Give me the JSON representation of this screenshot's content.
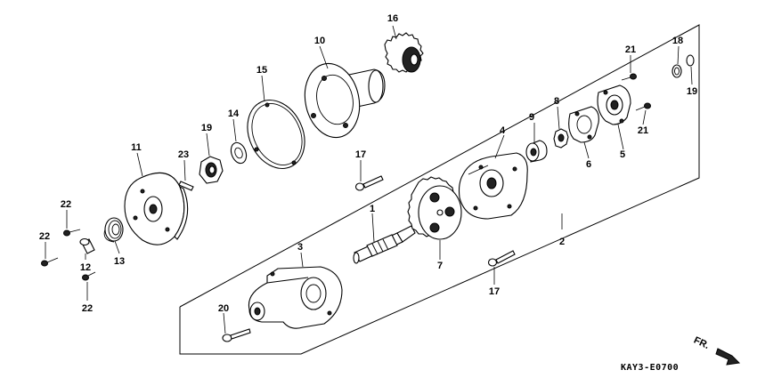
{
  "diagram": {
    "code": "KAY3-E0700",
    "direction_label": "FR.",
    "callouts": [
      {
        "id": "1",
        "label": "1"
      },
      {
        "id": "2",
        "label": "2"
      },
      {
        "id": "3",
        "label": "3"
      },
      {
        "id": "4",
        "label": "4"
      },
      {
        "id": "5",
        "label": "5"
      },
      {
        "id": "6",
        "label": "6"
      },
      {
        "id": "7",
        "label": "7"
      },
      {
        "id": "8",
        "label": "8"
      },
      {
        "id": "9",
        "label": "9"
      },
      {
        "id": "10",
        "label": "10"
      },
      {
        "id": "11",
        "label": "11"
      },
      {
        "id": "12",
        "label": "12"
      },
      {
        "id": "13",
        "label": "13"
      },
      {
        "id": "14",
        "label": "14"
      },
      {
        "id": "15",
        "label": "15"
      },
      {
        "id": "16",
        "label": "16"
      },
      {
        "id": "17a",
        "label": "17"
      },
      {
        "id": "17b",
        "label": "17"
      },
      {
        "id": "18",
        "label": "18"
      },
      {
        "id": "19a",
        "label": "19"
      },
      {
        "id": "19b",
        "label": "19"
      },
      {
        "id": "20",
        "label": "20"
      },
      {
        "id": "21a",
        "label": "21"
      },
      {
        "id": "21b",
        "label": "21"
      },
      {
        "id": "22a",
        "label": "22"
      },
      {
        "id": "22b",
        "label": "22"
      },
      {
        "id": "22c",
        "label": "22"
      },
      {
        "id": "23",
        "label": "23"
      }
    ]
  }
}
